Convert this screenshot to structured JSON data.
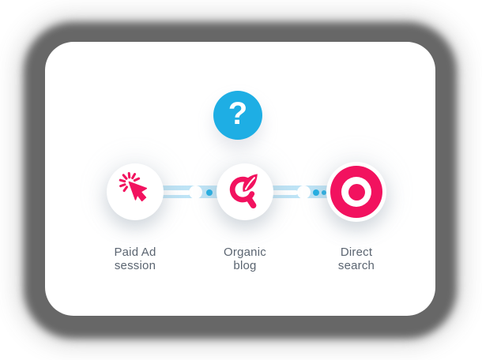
{
  "question_badge": {
    "symbol": "?",
    "color": "#1EAEE4"
  },
  "connector": {
    "track_color": "#BEE4F6",
    "progress_color": "#FFFFFF",
    "dot_color": "#1EAEE4"
  },
  "steps": [
    {
      "label_line1": "Paid Ad",
      "label_line2": "session",
      "icon": "cursor-click-icon"
    },
    {
      "label_line1": "Organic",
      "label_line2": "blog",
      "icon": "organic-search-icon"
    },
    {
      "label_line1": "Direct",
      "label_line2": "search",
      "icon": "bullseye-icon"
    }
  ],
  "colors": {
    "accent_pink": "#F2125F",
    "accent_blue": "#1EAEE4",
    "light_blue": "#BEE4F6",
    "label_text": "#5B6571",
    "card_background": "#FFFFFF",
    "halo_shadow": "#616161"
  }
}
